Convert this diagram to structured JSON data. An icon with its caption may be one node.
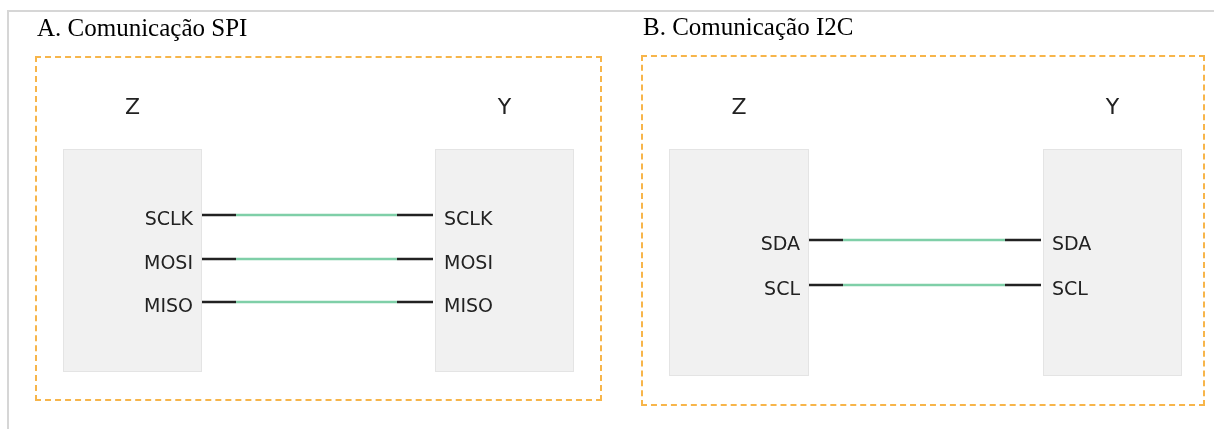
{
  "diagram": {
    "nodes": [
      {
        "text": [
          "A. Comunicação SPI"
        ]
      },
      {
        "text": [
          "Z",
          "SCLK",
          "MOSI",
          "MISO"
        ],
        "in": 0
      },
      {
        "text": [
          "Y",
          "SCLK",
          "MOSI",
          "MISO"
        ],
        "in": 0
      },
      {
        "text": [
          "B. Comunicação I2C"
        ]
      },
      {
        "text": [
          "Z",
          "SDA",
          "SCL"
        ],
        "in": 3
      },
      {
        "text": [
          "Y",
          "SDA",
          "SCL"
        ],
        "in": 3
      }
    ],
    "edges": [
      {
        "from": 1,
        "to": 2,
        "arrow": "none"
      },
      {
        "from": 1,
        "to": 2,
        "arrow": "none"
      },
      {
        "from": 1,
        "to": 2,
        "arrow": "none"
      },
      {
        "from": 4,
        "to": 5,
        "arrow": "none"
      },
      {
        "from": 4,
        "to": 5,
        "arrow": "none"
      }
    ]
  }
}
